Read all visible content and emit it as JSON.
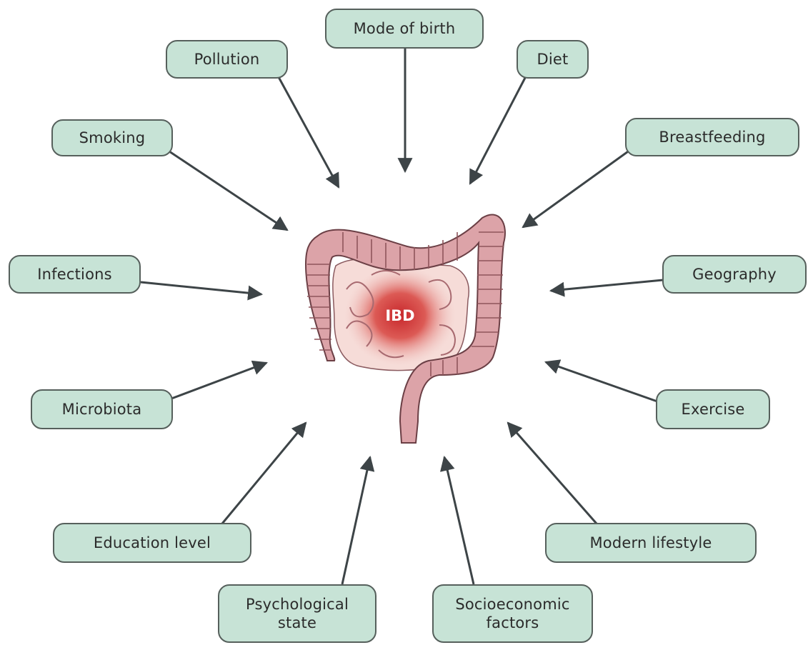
{
  "center": {
    "label": "IBD"
  },
  "factors": [
    {
      "key": "mode-of-birth",
      "label": "Mode of birth"
    },
    {
      "key": "pollution",
      "label": "Pollution"
    },
    {
      "key": "diet",
      "label": "Diet"
    },
    {
      "key": "smoking",
      "label": "Smoking"
    },
    {
      "key": "breastfeeding",
      "label": "Breastfeeding"
    },
    {
      "key": "infections",
      "label": "Infections"
    },
    {
      "key": "geography",
      "label": "Geography"
    },
    {
      "key": "microbiota",
      "label": "Microbiota"
    },
    {
      "key": "exercise",
      "label": "Exercise"
    },
    {
      "key": "education-level",
      "label": "Education level"
    },
    {
      "key": "modern-lifestyle",
      "label": "Modern lifestyle"
    },
    {
      "key": "psychological-state",
      "label": "Psychological\nstate"
    },
    {
      "key": "socioeconomic-factors",
      "label": "Socioeconomic\nfactors"
    }
  ],
  "colors": {
    "box_fill": "#c7e3d6",
    "box_border": "#56605c",
    "arrow": "#3d4447",
    "colon": "#d9a0a5",
    "colon_outline": "#6b3f45",
    "inflammation": "#d9484a"
  }
}
